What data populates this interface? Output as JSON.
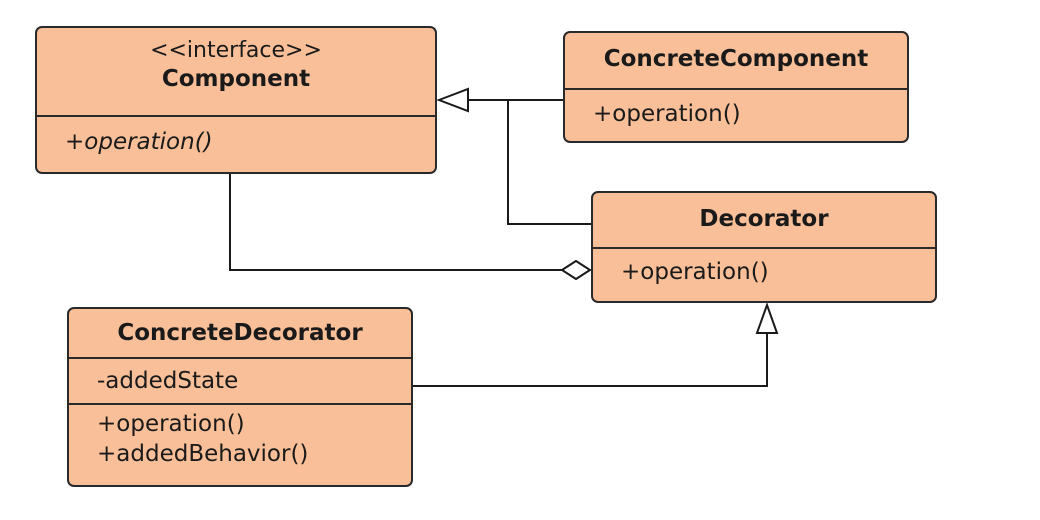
{
  "classes": {
    "component": {
      "stereotype": "<<interface>>",
      "name": "Component",
      "operations": [
        "+operation()"
      ]
    },
    "concrete_component": {
      "name": "ConcreteComponent",
      "operations": [
        "+operation()"
      ]
    },
    "decorator": {
      "name": "Decorator",
      "operations": [
        "+operation()"
      ]
    },
    "concrete_decorator": {
      "name": "ConcreteDecorator",
      "attributes": [
        "-addedState"
      ],
      "operations": [
        "+operation()",
        "+addedBehavior()"
      ]
    }
  },
  "relationships": [
    {
      "type": "realization",
      "from": "ConcreteComponent",
      "to": "Component"
    },
    {
      "type": "realization",
      "from": "Decorator",
      "to": "Component"
    },
    {
      "type": "aggregation",
      "from": "Decorator",
      "to": "Component"
    },
    {
      "type": "inheritance",
      "from": "ConcreteDecorator",
      "to": "Decorator"
    }
  ],
  "colors": {
    "class_fill": "#f9bf98",
    "class_border": "#2a2a2a",
    "line": "#1a1a1a"
  }
}
